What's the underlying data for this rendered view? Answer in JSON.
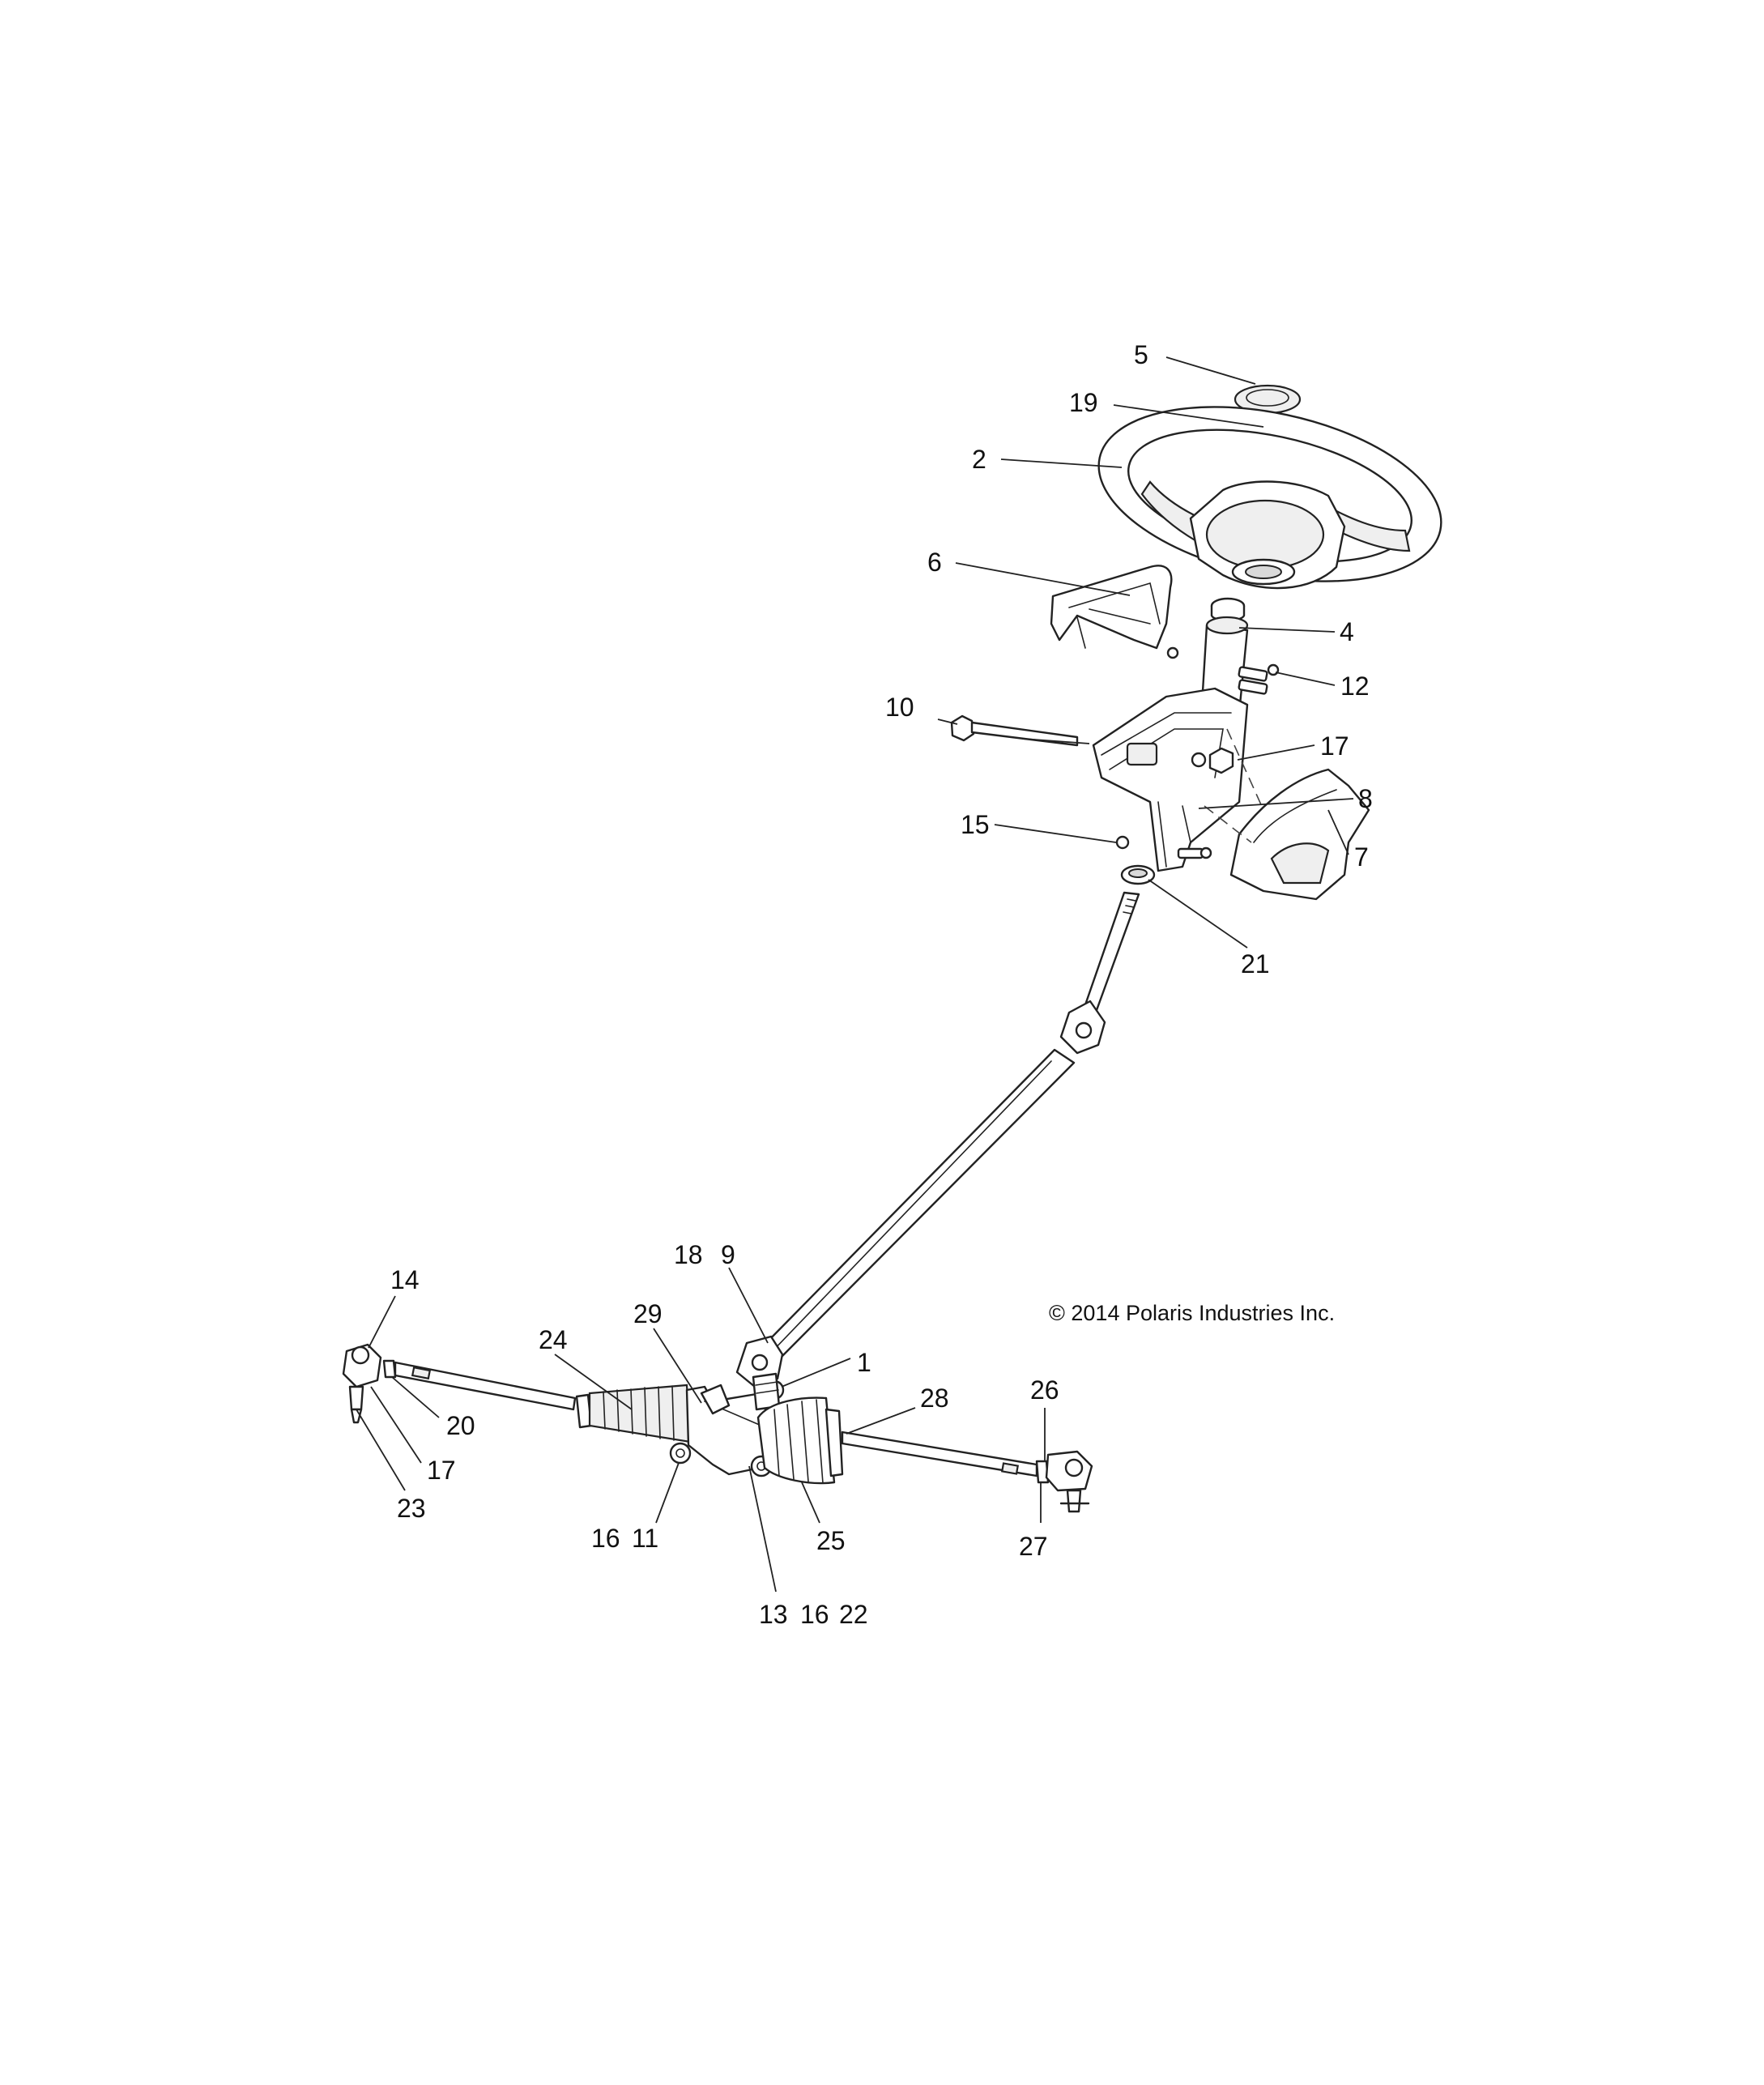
{
  "diagram": {
    "copyright": "© 2014 Polaris Industries Inc.",
    "callouts": [
      {
        "id": "c5",
        "text": "5"
      },
      {
        "id": "c19",
        "text": "19"
      },
      {
        "id": "c2",
        "text": "2"
      },
      {
        "id": "c6",
        "text": "6"
      },
      {
        "id": "c4",
        "text": "4"
      },
      {
        "id": "c12",
        "text": "12"
      },
      {
        "id": "c10",
        "text": "10"
      },
      {
        "id": "c17a",
        "text": "17"
      },
      {
        "id": "c8",
        "text": "8"
      },
      {
        "id": "c15",
        "text": "15"
      },
      {
        "id": "c7",
        "text": "7"
      },
      {
        "id": "c21",
        "text": "21"
      },
      {
        "id": "c18",
        "text": "18"
      },
      {
        "id": "c9",
        "text": "9"
      },
      {
        "id": "c14",
        "text": "14"
      },
      {
        "id": "c29",
        "text": "29"
      },
      {
        "id": "c24",
        "text": "24"
      },
      {
        "id": "c1",
        "text": "1"
      },
      {
        "id": "c28",
        "text": "28"
      },
      {
        "id": "c26",
        "text": "26"
      },
      {
        "id": "c20",
        "text": "20"
      },
      {
        "id": "c17b",
        "text": "17"
      },
      {
        "id": "c23",
        "text": "23"
      },
      {
        "id": "c16a",
        "text": "16"
      },
      {
        "id": "c11",
        "text": "11"
      },
      {
        "id": "c25",
        "text": "25"
      },
      {
        "id": "c27",
        "text": "27"
      },
      {
        "id": "c13",
        "text": "13"
      },
      {
        "id": "c16b",
        "text": "16"
      },
      {
        "id": "c22",
        "text": "22"
      }
    ]
  }
}
